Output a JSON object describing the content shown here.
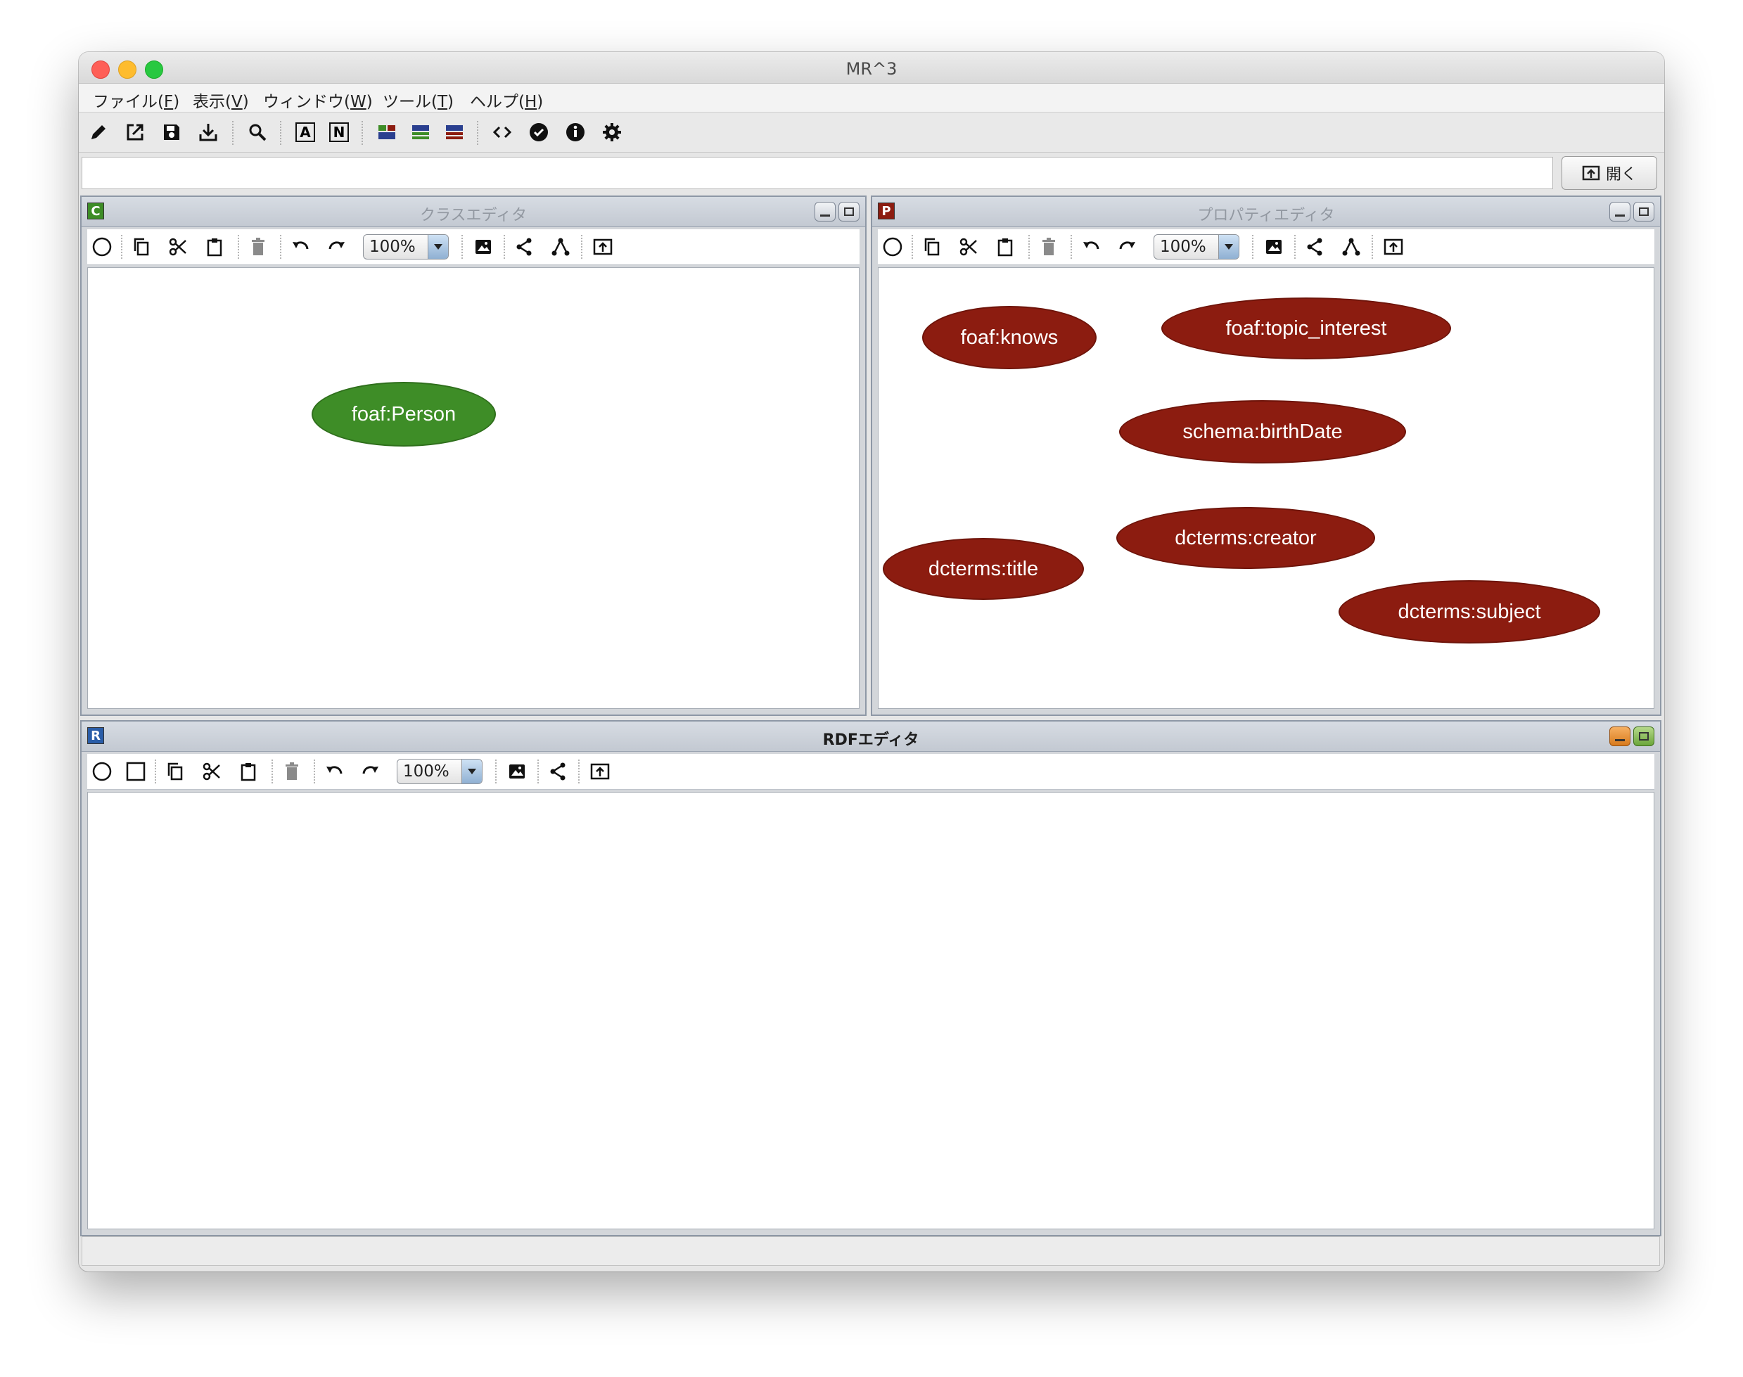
{
  "window": {
    "title": "MR^3"
  },
  "menubar": {
    "items": [
      {
        "label": "ファイル(",
        "key": "F",
        "suffix": ")"
      },
      {
        "label": "表示(",
        "key": "V",
        "suffix": ")"
      },
      {
        "label": "ウィンドウ(",
        "key": "W",
        "suffix": ")"
      },
      {
        "label": "ツール(",
        "key": "T",
        "suffix": ")"
      },
      {
        "label": "ヘルプ(",
        "key": "H",
        "suffix": ")"
      }
    ]
  },
  "toolbar": {
    "box_a_label": "A",
    "box_n_label": "N",
    "icons": [
      "pencil-icon",
      "open-external-icon",
      "save-icon",
      "download-icon",
      "search-icon",
      "text-a-icon",
      "text-n-icon",
      "layout-grid-icon",
      "layout-green-icon",
      "layout-red-icon",
      "code-icon",
      "check-circle-icon",
      "info-circle-icon",
      "gear-icon"
    ]
  },
  "address": {
    "value": "",
    "open_label": "開く"
  },
  "colors": {
    "class_node": "#3e8d27",
    "property_node": "#8c1c10",
    "class_badge": "#3e8d27",
    "property_badge": "#8c1c10",
    "rdf_badge": "#2a5da8"
  },
  "class_editor": {
    "badge": "C",
    "title": "クラスエディタ",
    "zoom": "100%",
    "nodes": [
      "foaf:Person"
    ]
  },
  "property_editor": {
    "badge": "P",
    "title": "プロパティエディタ",
    "zoom": "100%",
    "nodes": [
      "foaf:knows",
      "foaf:topic_interest",
      "schema:birthDate",
      "dcterms:creator",
      "dcterms:title",
      "dcterms:subject"
    ]
  },
  "rdf_editor": {
    "badge": "R",
    "title": "RDFエディタ",
    "zoom": "100%"
  }
}
